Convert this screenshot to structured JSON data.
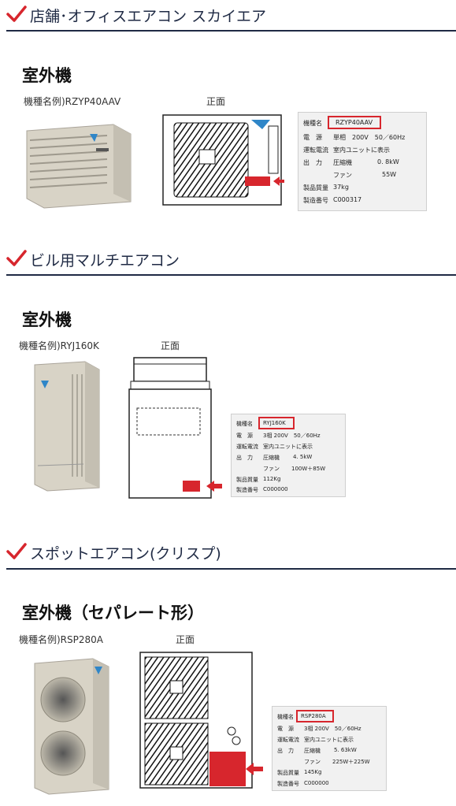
{
  "colors": {
    "accent_red": "#d7262d",
    "heading_navy": "#1f2a44",
    "unit_beige": "#d8d3c6",
    "daikin_blue": "#2f86c8"
  },
  "sections": [
    {
      "title": "店舗･オフィスエアコン スカイエア",
      "unit_heading": "室外機",
      "model_example": "機種名例)RZYP40AAV",
      "front_label": "正面",
      "plate": {
        "model_label": "機種名",
        "model_value": "RZYP40AAV",
        "power_label": "電　源",
        "power_value": "単相　200V　50／60Hz",
        "current_label": "運転電流",
        "current_value": "室内ユニットに表示",
        "output_label": "出　力",
        "compressor_label": "圧縮機",
        "compressor_value": "0. 8kW",
        "fan_label": "ファン",
        "fan_value": "55W",
        "mass_label": "製品質量",
        "mass_value": "37kg",
        "serial_label": "製造番号",
        "serial_value": "C000317"
      }
    },
    {
      "title": "ビル用マルチエアコン",
      "unit_heading": "室外機",
      "model_example": "機種名例)RYJ160K",
      "front_label": "正面",
      "plate": {
        "model_label": "機種名",
        "model_value": "RYJ160K",
        "power_label": "電　源",
        "power_value": "3相 200V　50／60Hz",
        "current_label": "運転電流",
        "current_value": "室内ユニットに表示",
        "output_label": "出　力",
        "compressor_label": "圧縮機",
        "compressor_value": "4. 5kW",
        "fan_label": "ファン",
        "fan_value": "100W＋85W",
        "mass_label": "製品質量",
        "mass_value": "112Kg",
        "serial_label": "製造番号",
        "serial_value": "C000000"
      }
    },
    {
      "title": "スポットエアコン(クリスプ)",
      "unit_heading": "室外機（セパレート形）",
      "model_example": "機種名例)RSP280A",
      "front_label": "正面",
      "plate": {
        "model_label": "機種名",
        "model_value": "RSP280A",
        "power_label": "電　源",
        "power_value": "3相 200V　50／60Hz",
        "current_label": "運転電流",
        "current_value": "室内ユニットに表示",
        "output_label": "出　力",
        "compressor_label": "圧縮機",
        "compressor_value": "5. 63kW",
        "fan_label": "ファン",
        "fan_value": "225W＋225W",
        "mass_label": "製品質量",
        "mass_value": "145Kg",
        "serial_label": "製造番号",
        "serial_value": "C000000"
      }
    }
  ]
}
